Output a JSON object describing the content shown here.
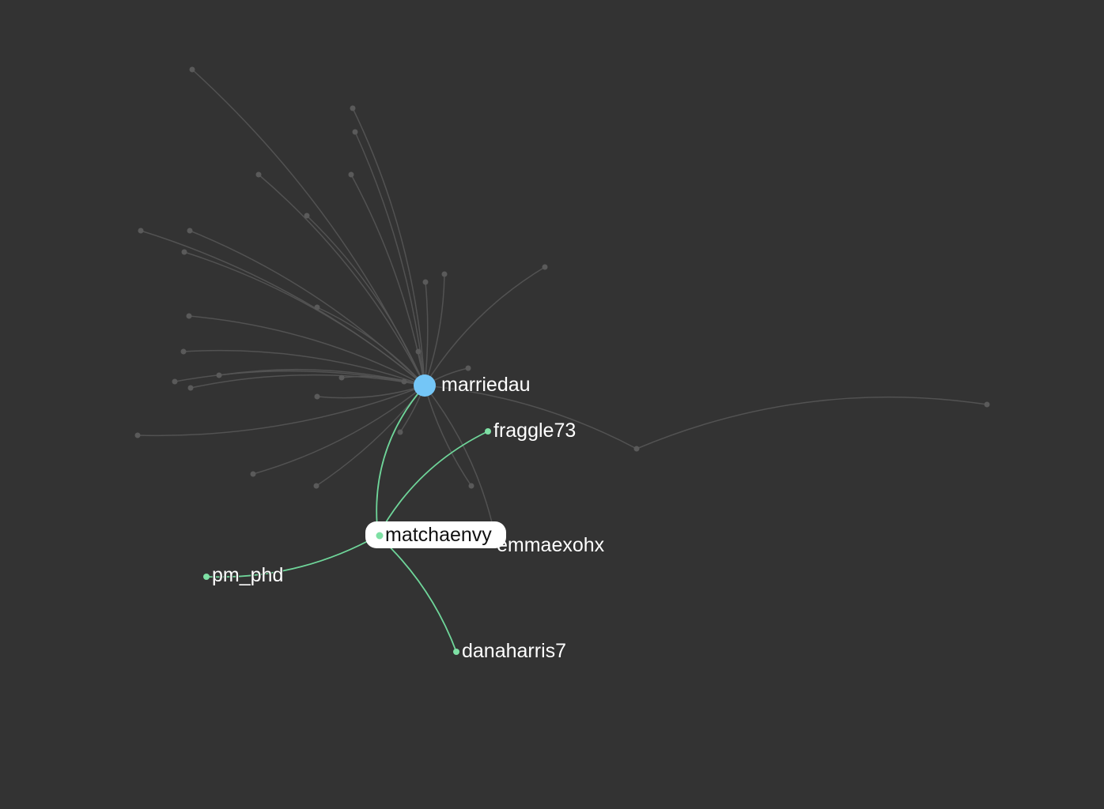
{
  "graph": {
    "colors": {
      "background": "#333333",
      "edge_dim": "#555555",
      "node_dim": "#5a5a5a",
      "edge_highlight": "#6fd69a",
      "node_highlight": "#7ee0a4",
      "hub": "#74c6f7",
      "label": "#ffffff",
      "tooltip_bg": "#ffffff",
      "tooltip_text": "#111111"
    },
    "hub": {
      "label": "marriedau"
    },
    "labeled_nodes": [
      {
        "id": "fraggle73",
        "label": "fraggle73"
      },
      {
        "id": "mmaexohx",
        "label": "emmaexohx"
      },
      {
        "id": "pm_phd",
        "label": "pm_phd"
      },
      {
        "id": "danaharris7",
        "label": "danaharris7"
      }
    ],
    "tooltip": {
      "label": "matchaenvy"
    }
  }
}
